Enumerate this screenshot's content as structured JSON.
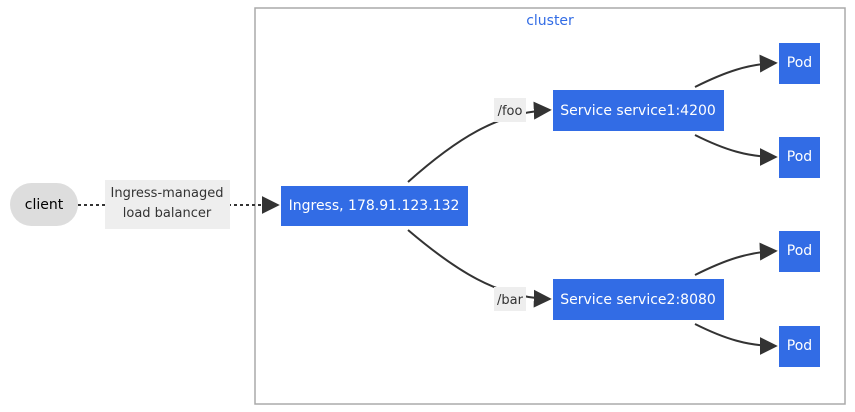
{
  "cluster": {
    "label": "cluster"
  },
  "client": {
    "label": "client"
  },
  "load_balancer": {
    "line1": "Ingress-managed",
    "line2": "load balancer"
  },
  "ingress": {
    "label": "Ingress, 178.91.123.132"
  },
  "routes": [
    {
      "path": "/foo",
      "service": "Service service1:4200",
      "pods": [
        "Pod",
        "Pod"
      ]
    },
    {
      "path": "/bar",
      "service": "Service service2:8080",
      "pods": [
        "Pod",
        "Pod"
      ]
    }
  ],
  "colors": {
    "k8s_blue": "#326ce5",
    "cluster_border": "#aaaaaa",
    "cluster_label": "#326ce5",
    "client_fill": "#dddddd",
    "edge_label_bg": "#eeeeee",
    "edge": "#333333"
  }
}
